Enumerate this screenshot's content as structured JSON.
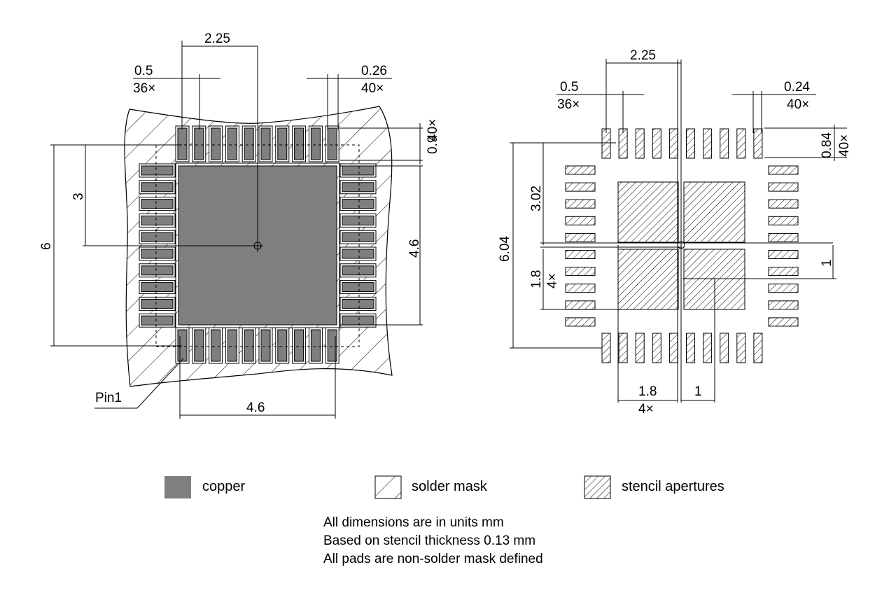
{
  "left_view": {
    "dim_pitch_value": "0.5",
    "dim_pitch_count": "36×",
    "dim_pad_width_value": "0.26",
    "dim_pad_width_count": "40×",
    "dim_top_span": "2.25",
    "dim_pad_length_value": "0.9",
    "dim_pad_length_count": "40×",
    "dim_half_height": "3",
    "dim_full_height": "6",
    "dim_pad_exposed_height": "4.6",
    "dim_pad_exposed_width": "4.6",
    "pin1_label": "Pin1"
  },
  "right_view": {
    "dim_top_span": "2.25",
    "dim_pitch_value": "0.5",
    "dim_pitch_count": "36×",
    "dim_aperture_width_value": "0.24",
    "dim_aperture_width_count": "40×",
    "dim_aperture_length_value": "0.84",
    "dim_aperture_length_count": "40×",
    "dim_half_height": "3.02",
    "dim_full_height": "6.04",
    "dim_aperture_block_value": "1.8",
    "dim_aperture_block_count": "4×",
    "dim_gap": "1",
    "dim_bottom_block_value": "1.8",
    "dim_bottom_block_count": "4×",
    "dim_bottom_gap": "1"
  },
  "legend": {
    "copper": "copper",
    "solder_mask": "solder mask",
    "stencil": "stencil apertures",
    "copper_color": "#7f7f7f"
  },
  "notes": {
    "line1": "All dimensions are in units mm",
    "line2": "Based on stencil thickness 0.13 mm",
    "line3": "All pads are non-solder mask defined"
  }
}
